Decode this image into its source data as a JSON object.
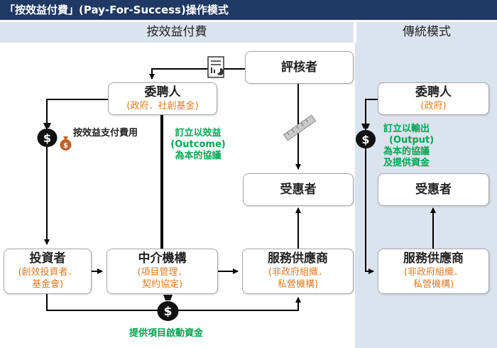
{
  "title": "「按效益付費」(Pay-For-Success)操作模式",
  "sections": {
    "left_header": "按效益付費",
    "right_header": "傳統模式"
  },
  "left": {
    "evaluator": {
      "title": "評核者"
    },
    "commissioner": {
      "title": "委聘人",
      "subtitle": "(政府．社創基金)"
    },
    "beneficiary": {
      "title": "受惠者"
    },
    "investor": {
      "title": "投資者",
      "subtitle_lines": [
        "(創效投資者．",
        "基金會)"
      ]
    },
    "intermediary": {
      "title": "中介機構",
      "subtitle_lines": [
        "(項目管理．",
        "契約協定)"
      ]
    },
    "provider": {
      "title": "服務供應商",
      "subtitle_lines": [
        "(非政府組織．",
        "私營機構)"
      ]
    },
    "pay_label": "按效益支付費用",
    "agreement_lines": [
      "訂立以效益",
      "(Outcome)",
      "為本的協議"
    ],
    "funding_label": "提供項目啟動資金"
  },
  "right": {
    "commissioner": {
      "title": "委聘人",
      "subtitle": "(政府)"
    },
    "beneficiary": {
      "title": "受惠者"
    },
    "provider": {
      "title": "服務供應商",
      "subtitle_lines": [
        "(非政府組織．",
        "私營機構)"
      ]
    },
    "agreement_lines": [
      "訂立以輸出",
      "(Output)",
      "為本的協議",
      "及提供資金"
    ]
  },
  "colors": {
    "title_bg": "#1f3864",
    "section_bg": "#dbe3ee",
    "subtitle": "#e07b24",
    "agreement": "#00a651"
  },
  "icons": [
    "money-bag-icon",
    "report-document-icon",
    "ruler-icon"
  ]
}
